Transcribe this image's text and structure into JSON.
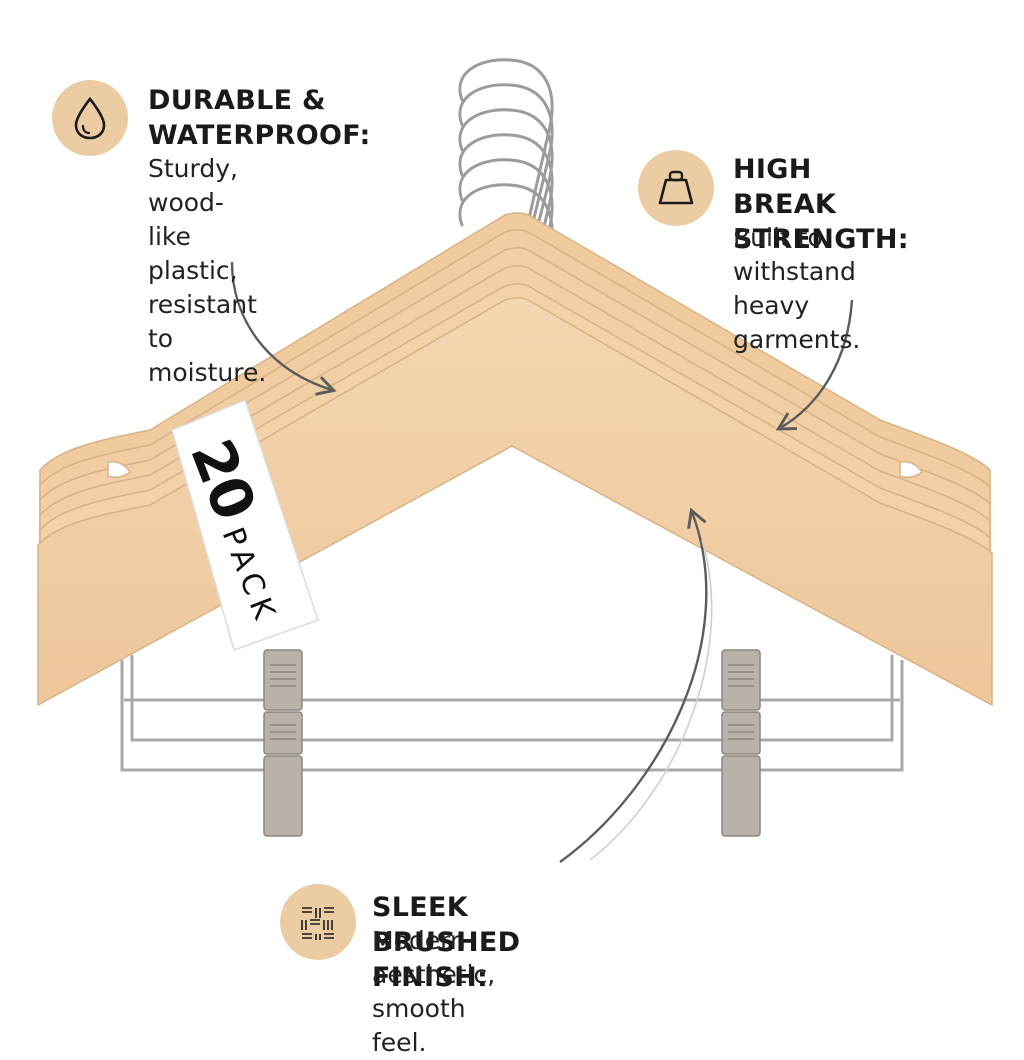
{
  "colors": {
    "wood": "#f1cfa4",
    "wood_shadow": "#d8b184",
    "badge": "#eccca3",
    "metal": "#a6a6a6",
    "arrow": "#5c5c5c",
    "text": "#1a1a1a"
  },
  "label": {
    "number": "20",
    "word": "PACK"
  },
  "features": [
    {
      "icon": "water-drop-icon",
      "title": "DURABLE &\nWATERPROOF:",
      "description": "Sturdy, wood-like\nplastic, resistant\nto moisture."
    },
    {
      "icon": "weight-icon",
      "title": "HIGH BREAK\nSTRENGTH:",
      "description": "Built to withstand\nheavy garments."
    },
    {
      "icon": "brushed-texture-icon",
      "title": "SLEEK BRUSHED FINISH:",
      "description": "Modern aesthetic, smooth feel."
    }
  ]
}
